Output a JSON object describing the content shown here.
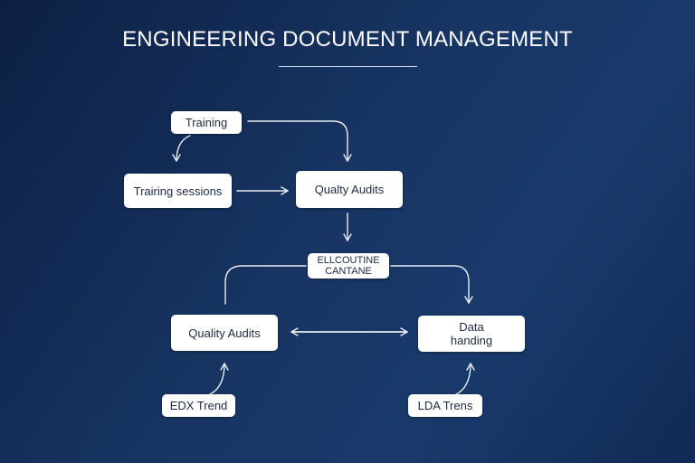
{
  "diagram": {
    "title": "ENGINEERING DOCUMENT MANAGEMENT",
    "nodes": {
      "training": "Training",
      "training_sessions": "Trairing sessions",
      "quality_audits_top": "Qualty Audits",
      "center": "ELLCOUTINE\nCANTANE",
      "quality_audits_left": "Quality Audits",
      "data_handling": "Data\nhanding",
      "edx_trend": "EDX Trend",
      "lda_trens": "LDA Trens"
    }
  }
}
